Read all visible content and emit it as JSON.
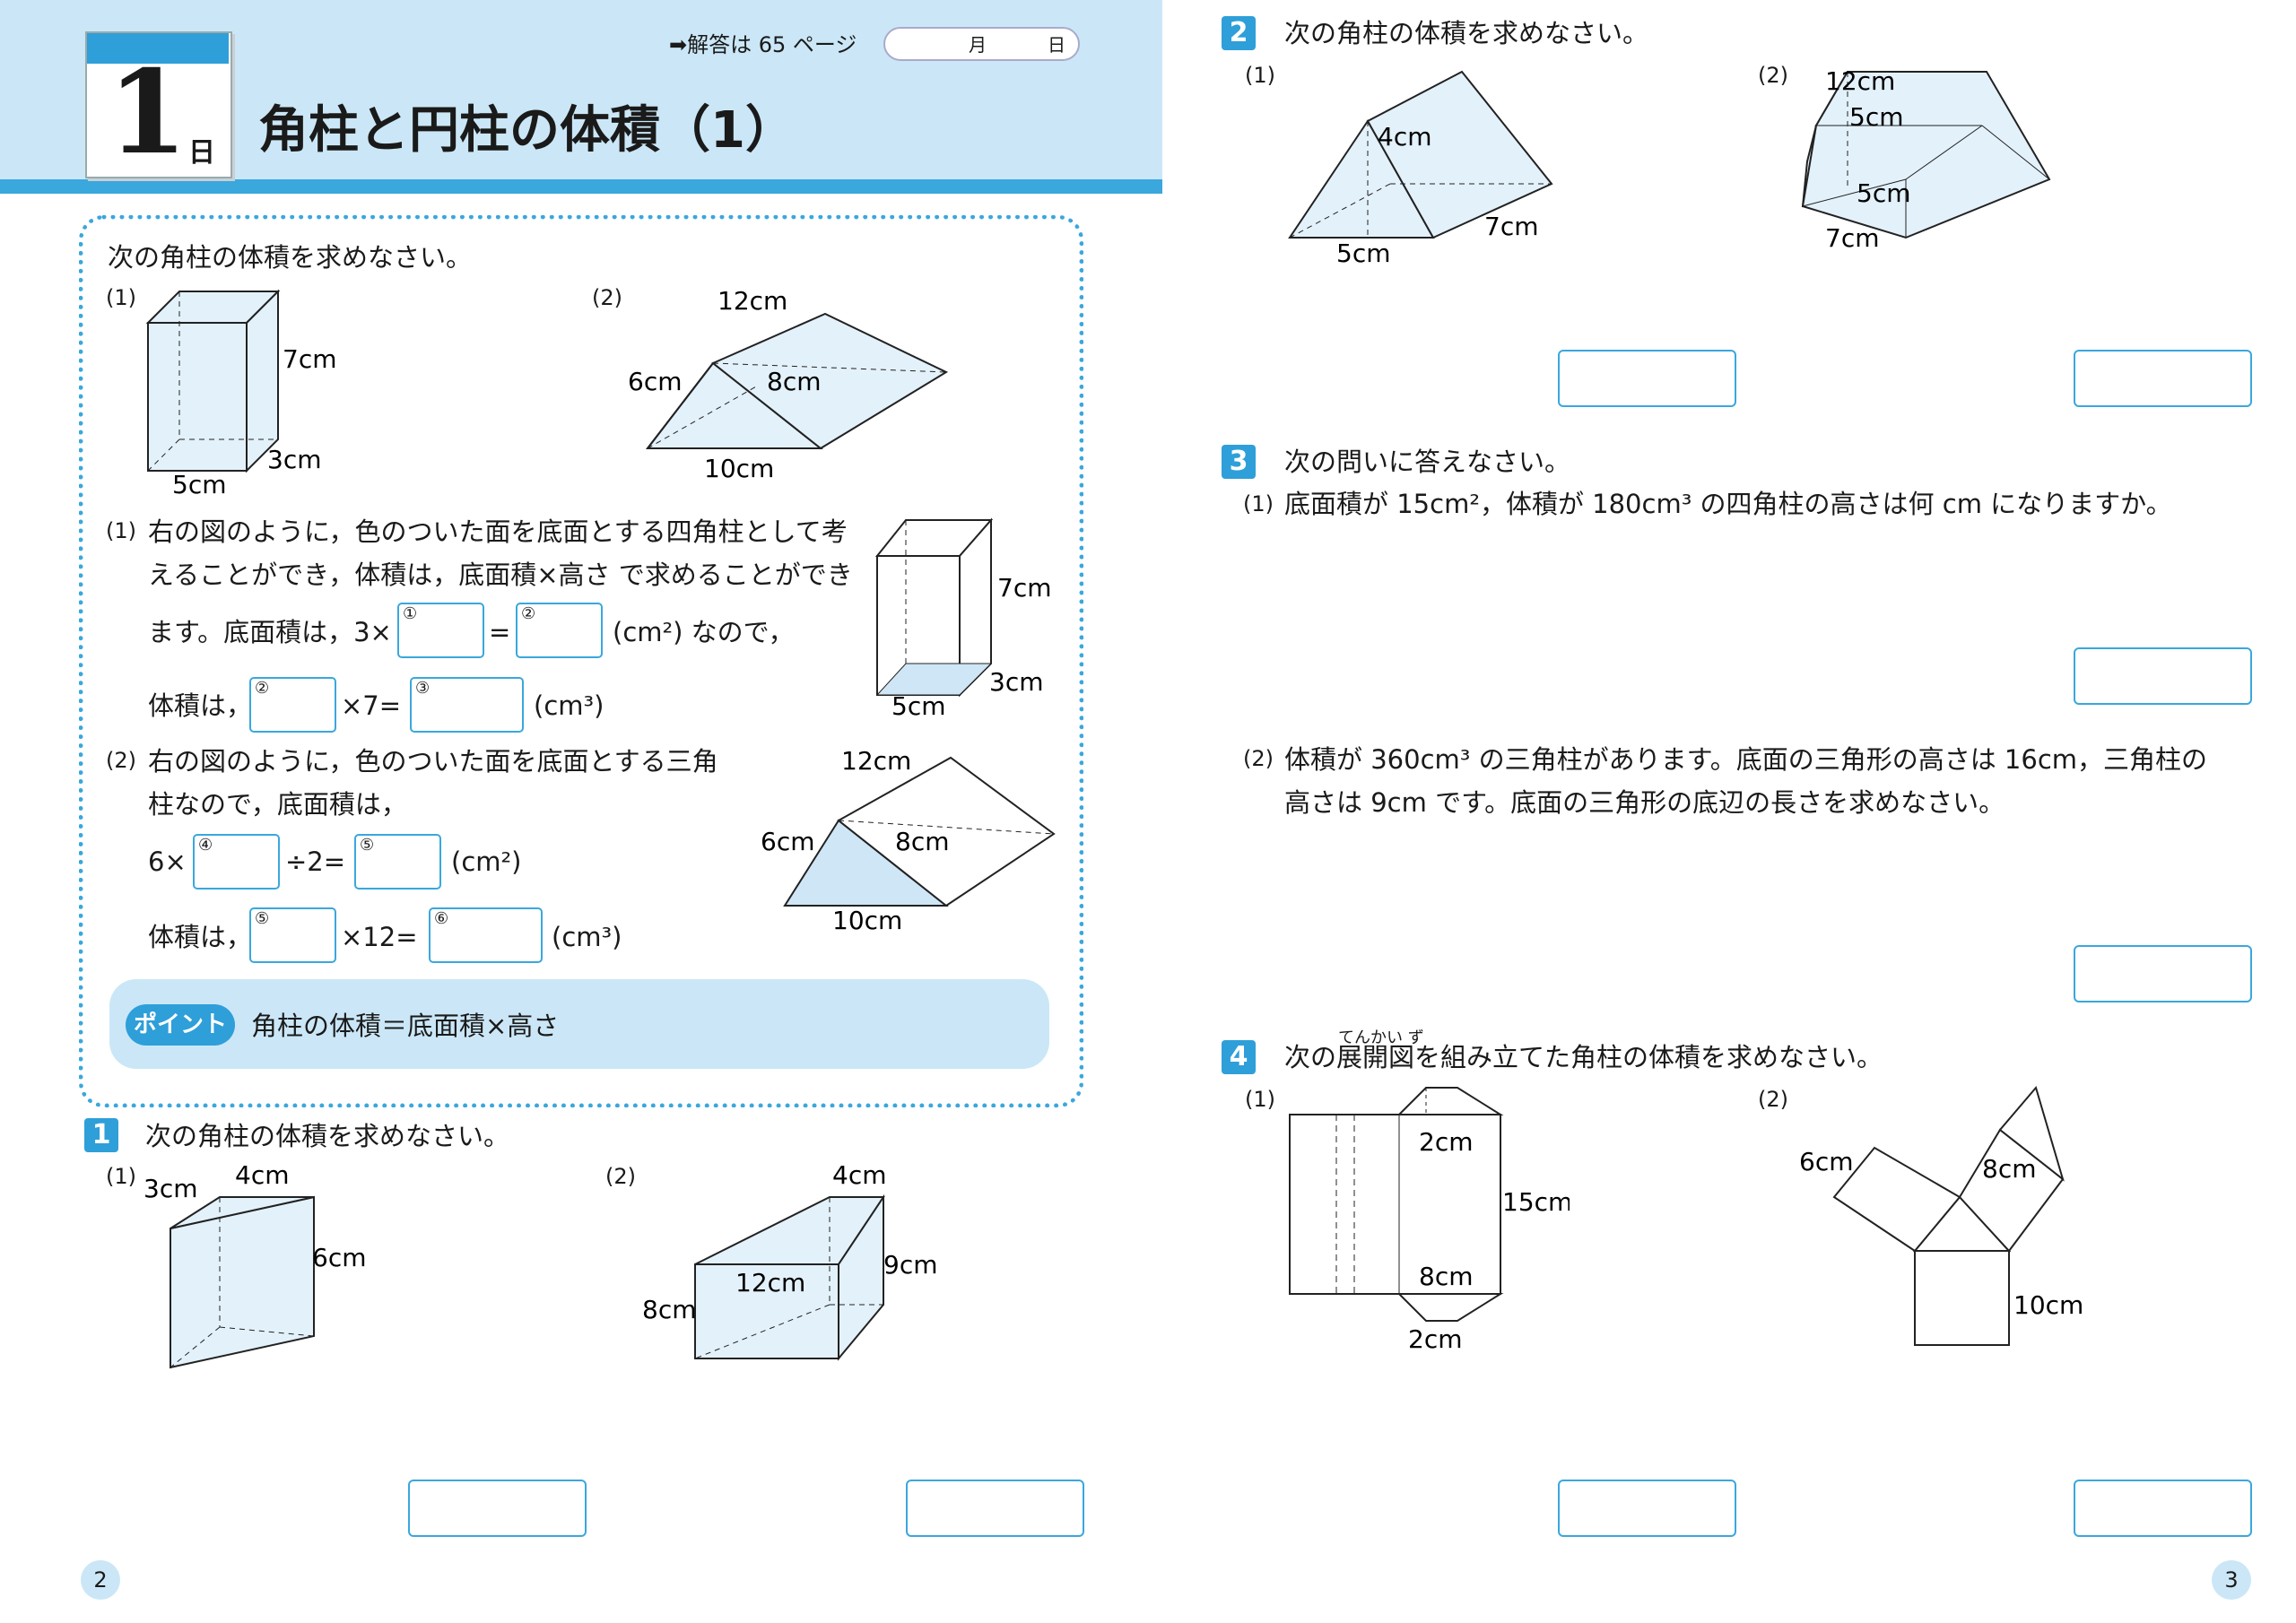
{
  "header": {
    "day_number": "1",
    "day_label": "日",
    "title": "角柱と円柱の体積（1）",
    "answer_ref": "➡解答は 65 ページ",
    "month_label": "月",
    "day_field_label": "日"
  },
  "example": {
    "instruction": "次の角柱の体積を求めなさい。",
    "fig1_num": "(1)",
    "fig2_num": "(2)",
    "fig1_labels": {
      "h": "7cm",
      "d": "3cm",
      "w": "5cm"
    },
    "fig2_labels": {
      "top": "12cm",
      "left": "6cm",
      "mid": "8cm",
      "bottom": "10cm"
    },
    "p1_num": "(1)",
    "p1_line1": "右の図のように，色のついた面を底面とする四角柱として考",
    "p1_line2": "えることができ，体積は，底面積×高さ で求めることができ",
    "p1_line3a": "ます。底面積は，3×",
    "p1_eq": "=",
    "p1_unit1": "(cm²) なので，",
    "p1_line4a": "体積は，",
    "p1_x7": "×7=",
    "p1_unit2": "(cm³)",
    "p2_num": "(2)",
    "p2_line1": "右の図のように，色のついた面を底面とする三角",
    "p2_line2": "柱なので，底面積は，",
    "p2_line3a": "6×",
    "p2_div": "÷2=",
    "p2_unit1": "(cm²)",
    "p2_line4a": "体積は，",
    "p2_x12": "×12=",
    "p2_unit2": "(cm³)",
    "box_labels": {
      "b1": "①",
      "b2": "②",
      "b2b": "②",
      "b3": "③",
      "b4": "④",
      "b5": "⑤",
      "b5b": "⑤",
      "b6": "⑥"
    }
  },
  "point": {
    "badge": "ポイント",
    "text": "角柱の体積＝底面積×高さ"
  },
  "q1": {
    "num": "1",
    "instruction": "次の角柱の体積を求めなさい。",
    "sub1": "(1)",
    "sub2": "(2)",
    "fig1_labels": {
      "a": "3cm",
      "b": "4cm",
      "c": "6cm"
    },
    "fig2_labels": {
      "a": "4cm",
      "b": "9cm",
      "c": "12cm",
      "d": "8cm"
    }
  },
  "q2": {
    "num": "2",
    "instruction": "次の角柱の体積を求めなさい。",
    "sub1": "(1)",
    "sub2": "(2)",
    "fig1_labels": {
      "a": "4cm",
      "b": "5cm",
      "c": "7cm"
    },
    "fig2_labels": {
      "a": "12cm",
      "b": "5cm",
      "c": "5cm",
      "d": "7cm"
    }
  },
  "q3": {
    "num": "3",
    "instruction": "次の問いに答えなさい。",
    "sub1": "(1)",
    "p1": "底面積が 15cm²，体積が 180cm³ の四角柱の高さは何 cm になりますか。",
    "sub2": "(2)",
    "p2_line1": "体積が 360cm³ の三角柱があります。底面の三角形の高さは 16cm，三角柱の",
    "p2_line2": "高さは 9cm です。底面の三角形の底辺の長さを求めなさい。"
  },
  "q4": {
    "num": "4",
    "instruction_a": "次の",
    "instruction_ruby_word": "展開図",
    "instruction_ruby": "てんかい ず",
    "instruction_b": "を組み立てた角柱の体積を求めなさい。",
    "sub1": "(1)",
    "sub2": "(2)",
    "fig1_labels": {
      "a": "2cm",
      "b": "15cm",
      "c": "8cm",
      "d": "2cm"
    },
    "fig2_labels": {
      "a": "6cm",
      "b": "8cm",
      "c": "10cm"
    }
  },
  "pages": {
    "left": "2",
    "right": "3"
  }
}
